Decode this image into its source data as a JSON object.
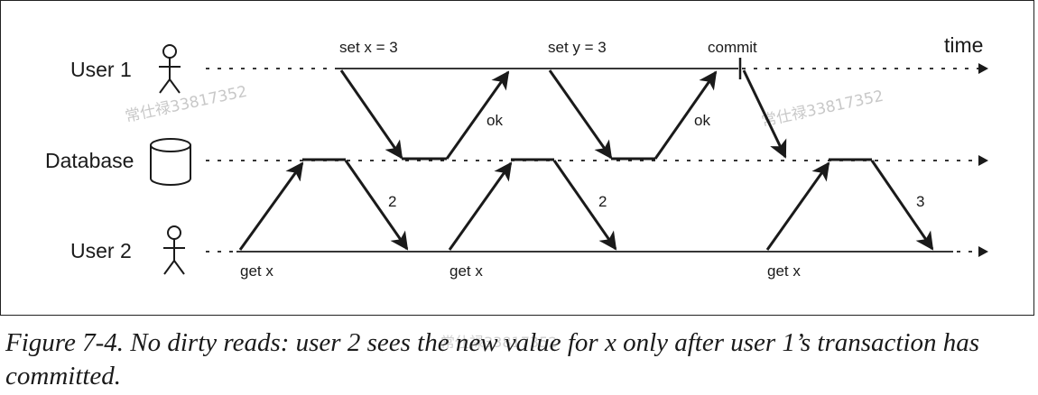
{
  "actors": {
    "user1": "User 1",
    "database": "Database",
    "user2": "User 2"
  },
  "time_label": "time",
  "user1_actions": {
    "set_x": "set x = 3",
    "set_y": "set y = 3",
    "commit": "commit"
  },
  "ok_labels": [
    "ok",
    "ok"
  ],
  "user2_actions": [
    "get x",
    "get x",
    "get x"
  ],
  "return_values": [
    "2",
    "2",
    "3"
  ],
  "watermarks": [
    "常仕禄33817352",
    "常仕禄33817352",
    "常仕禄33817352"
  ],
  "caption": "Figure 7-4. No dirty reads: user 2 sees the new value for x only after user 1’s transaction has committed."
}
